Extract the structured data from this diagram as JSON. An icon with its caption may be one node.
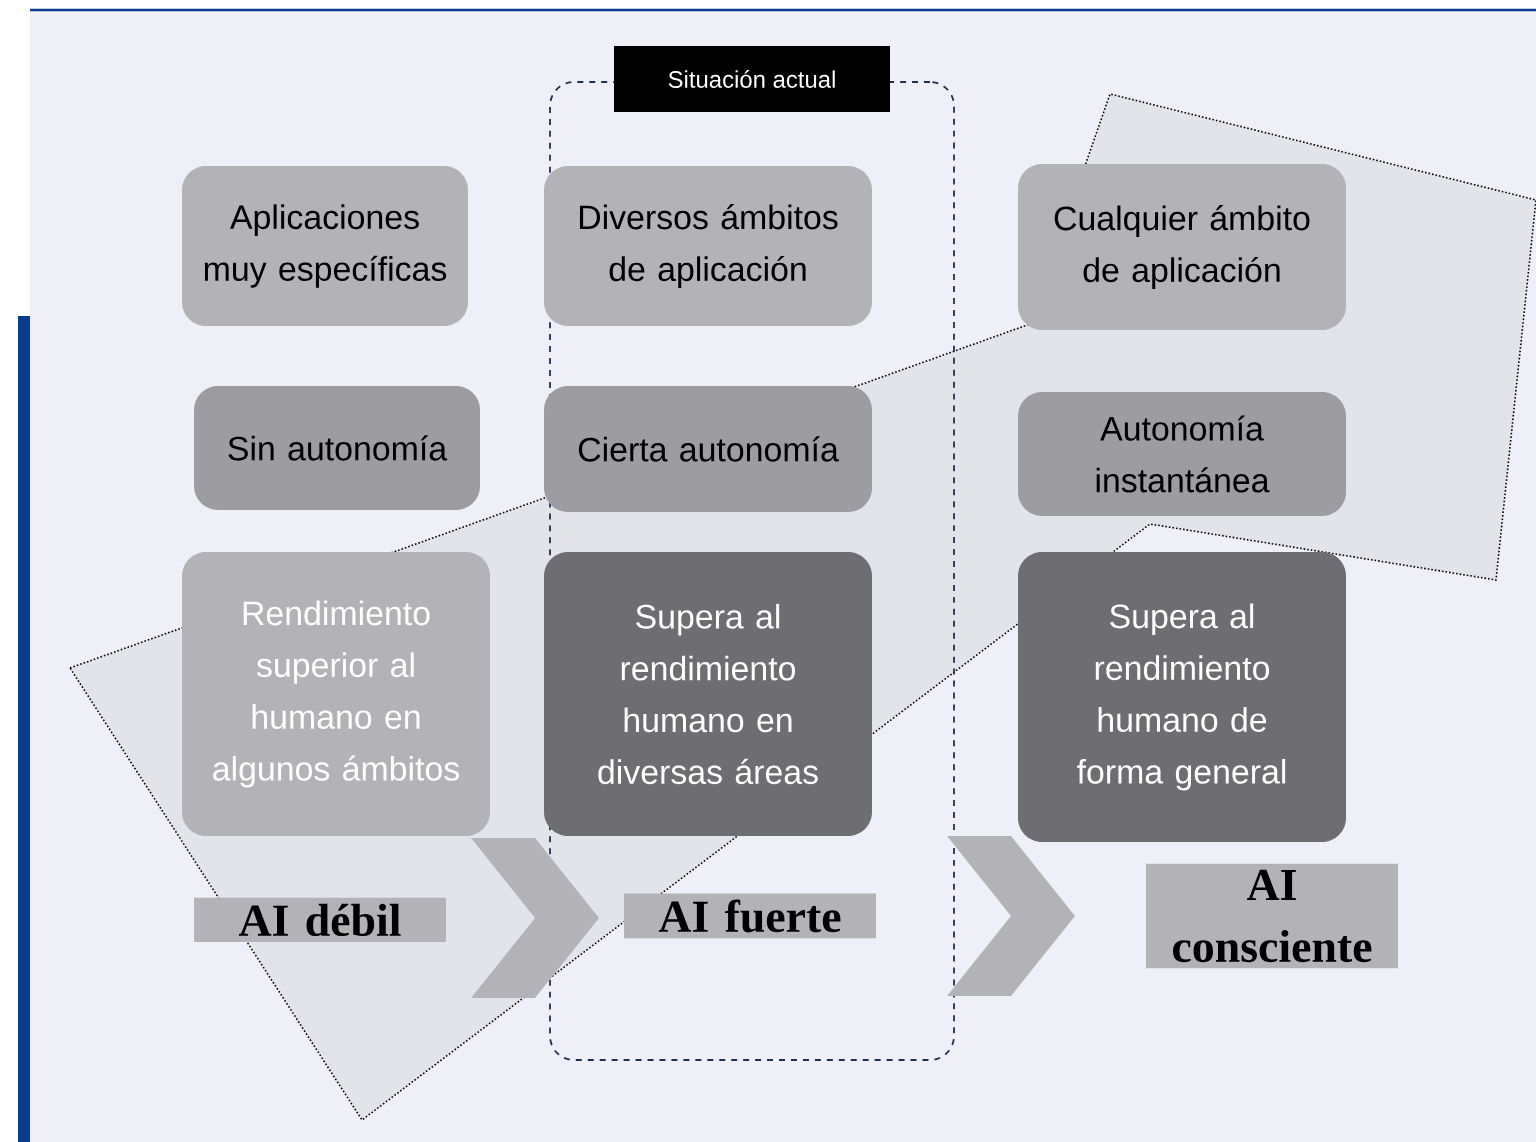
{
  "diagram": {
    "nodes": [
      {
        "text": [
          "Situación actual"
        ]
      },
      {
        "text": [
          "Aplicaciones muy específicas"
        ]
      },
      {
        "text": [
          "Diversos ámbitos de aplicación"
        ],
        "in": 0
      },
      {
        "text": [
          "Cualquier ámbito de aplicación"
        ]
      },
      {
        "text": [
          "Sin autonomía"
        ]
      },
      {
        "text": [
          "Cierta autonomía"
        ],
        "in": 0
      },
      {
        "text": [
          "Autonomía instantánea"
        ]
      },
      {
        "text": [
          "Rendimiento superior al humano en algunos ámbitos"
        ]
      },
      {
        "text": [
          "Supera al rendimiento humano en diversas áreas"
        ],
        "in": 0
      },
      {
        "text": [
          "Supera al rendimiento humano de forma general"
        ]
      },
      {
        "text": [
          "AI débil"
        ]
      },
      {
        "text": [
          "AI fuerte"
        ],
        "in": 0
      },
      {
        "text": [
          "AI consciente"
        ]
      }
    ],
    "edges": [
      {
        "from": 10,
        "to": 11,
        "arrow": "to"
      },
      {
        "from": 11,
        "to": 12,
        "arrow": "to"
      }
    ]
  }
}
